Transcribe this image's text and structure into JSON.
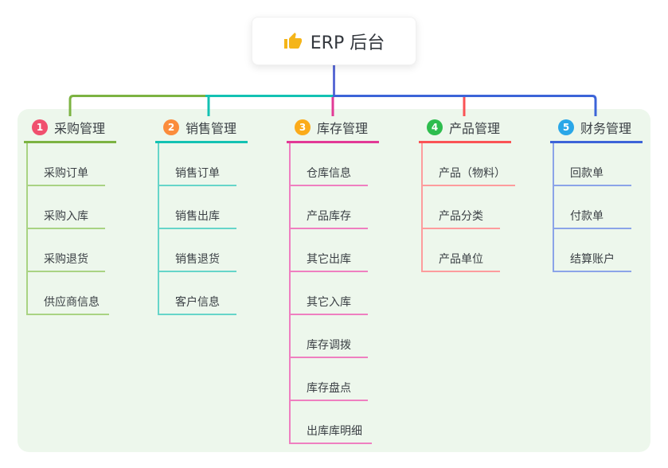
{
  "root": {
    "label": "ERP 后台",
    "icon": "thumbs-up-icon",
    "icon_color": "#f5b519",
    "stem_color": "#5b6bd5"
  },
  "canvas": {
    "background": "#ffffff",
    "panel_background": "#edf7ec",
    "card_background": "#ffffff",
    "text_color": "#3b4045"
  },
  "branches": [
    {
      "badge": "1",
      "badge_color": "#f0506e",
      "label": "采购管理",
      "line_color": "#7cb342",
      "child_line_color": "#a9d383",
      "children": [
        "采购订单",
        "采购入库",
        "采购退货",
        "供应商信息"
      ]
    },
    {
      "badge": "2",
      "badge_color": "#fb8c3c",
      "label": "销售管理",
      "line_color": "#13c2b3",
      "child_line_color": "#66d5c9",
      "children": [
        "销售订单",
        "销售出库",
        "销售退货",
        "客户信息"
      ]
    },
    {
      "badge": "3",
      "badge_color": "#fbab1a",
      "label": "库存管理",
      "line_color": "#e23a96",
      "child_line_color": "#ef7fc0",
      "children": [
        "仓库信息",
        "产品库存",
        "其它出库",
        "其它入库",
        "库存调拨",
        "库存盘点",
        "出库库明细"
      ]
    },
    {
      "badge": "4",
      "badge_color": "#2ebd4e",
      "label": "产品管理",
      "line_color": "#fa5355",
      "child_line_color": "#fd9c9d",
      "children": [
        "产品（物料）",
        "产品分类",
        "产品单位"
      ]
    },
    {
      "badge": "5",
      "badge_color": "#2aa7e8",
      "label": "财务管理",
      "line_color": "#3c64d8",
      "child_line_color": "#8ba4e8",
      "children": [
        "回款单",
        "付款单",
        "结算账户"
      ]
    }
  ]
}
